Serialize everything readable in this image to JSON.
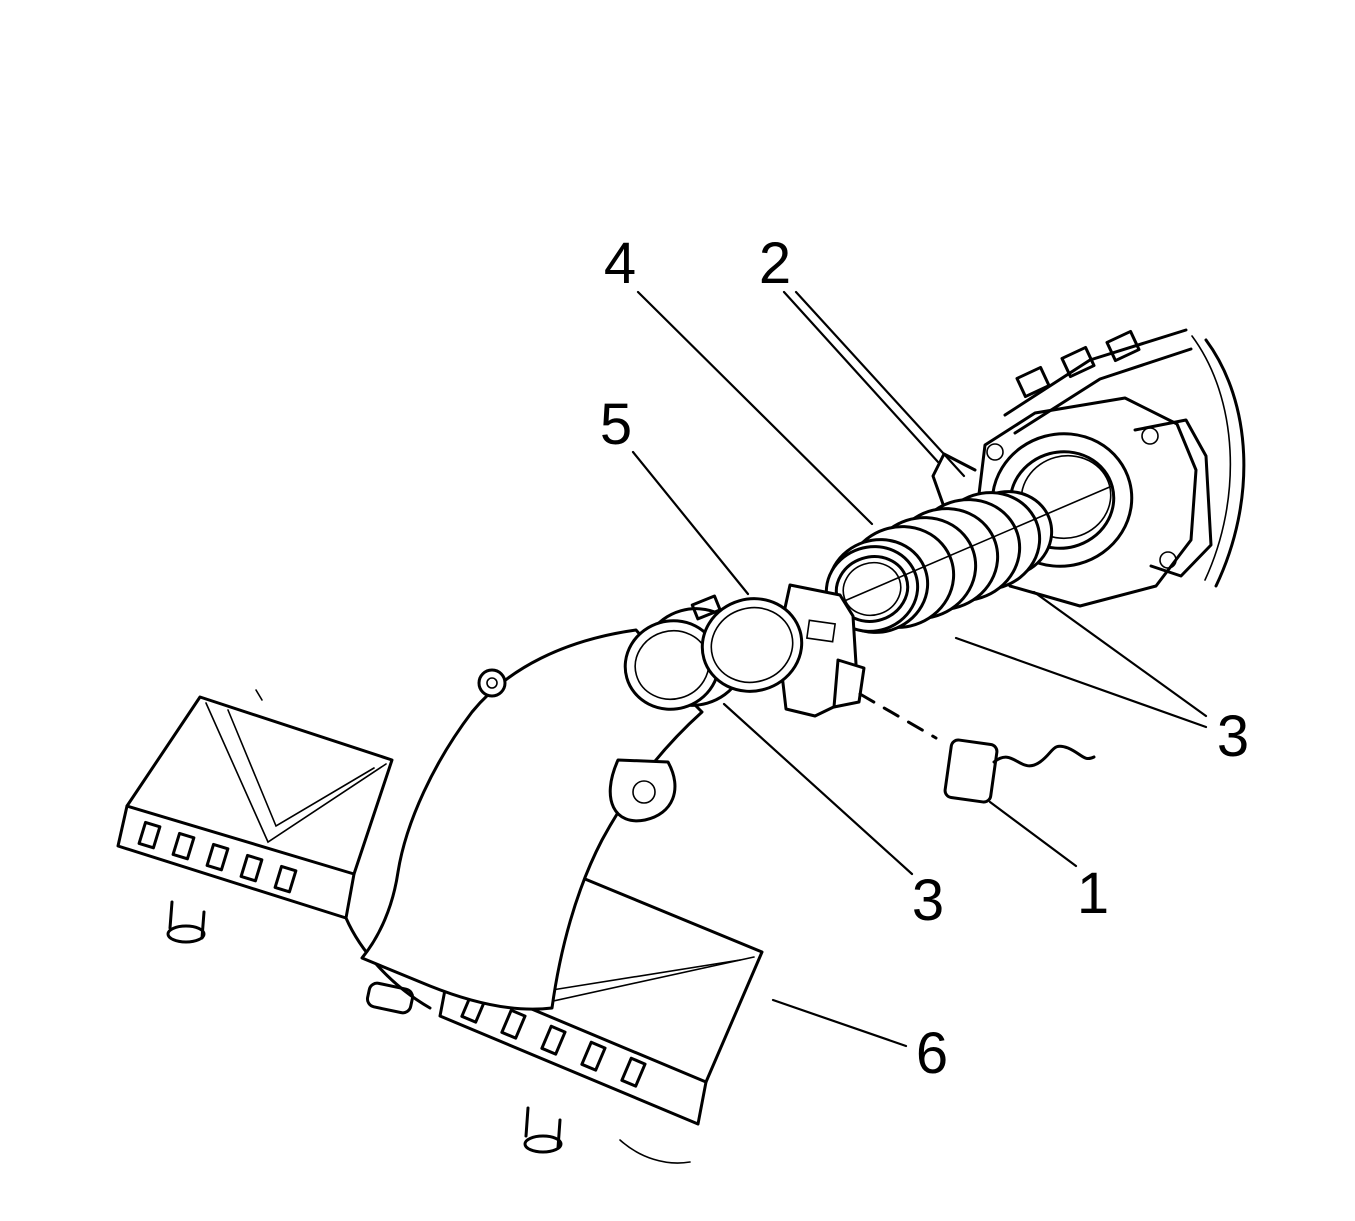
{
  "figure": {
    "kind": "exploded-parts-line-drawing",
    "background_color": "#ffffff",
    "line_color": "#000000",
    "callouts": [
      {
        "label": "4"
      },
      {
        "label": "2"
      },
      {
        "label": "5"
      },
      {
        "label": "3"
      },
      {
        "label": "3"
      },
      {
        "label": "1"
      },
      {
        "label": "6"
      }
    ]
  }
}
